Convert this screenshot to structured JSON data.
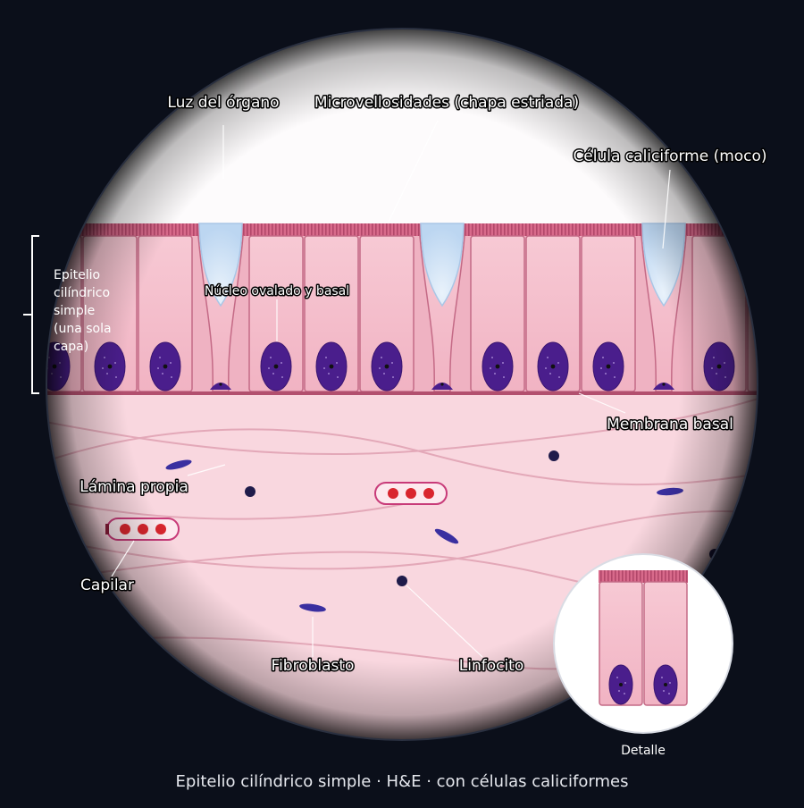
{
  "caption": "Epitelio cilíndrico simple · H&E · con células caliciformes",
  "labels": {
    "lumen": "Luz del órgano",
    "microvilli": "Microvellosidades (chapa estriada)",
    "goblet": "Célula caliciforme (moco)",
    "nucleus": "Núcleo ovalado y basal",
    "basal_membrane": "Membrana basal",
    "lamina_propia": "Lámina propia",
    "capillary": "Capilar",
    "fibroblast": "Fibroblasto",
    "lymphocyte": "Linfocito",
    "detail": "Detalle"
  },
  "epithelium_bracket": {
    "lines": [
      "Epitelio",
      "cilíndrico",
      "simple",
      "(una sola",
      "capa)"
    ]
  },
  "colors": {
    "background": "#0b0f1a",
    "cytoplasm": "#f4bfcc",
    "cell_border": "#c46a86",
    "microvilli": "#c95b7c",
    "nucleus": "#4a1e8c",
    "mucus": "#cfe2f6",
    "lamina_propia": "#f8d6de",
    "fiber": "#e2a6b6",
    "red_blood_cell": "#d9262e",
    "lymphocyte": "#1f1b4a",
    "fibroblast": "#3a2fa0"
  }
}
